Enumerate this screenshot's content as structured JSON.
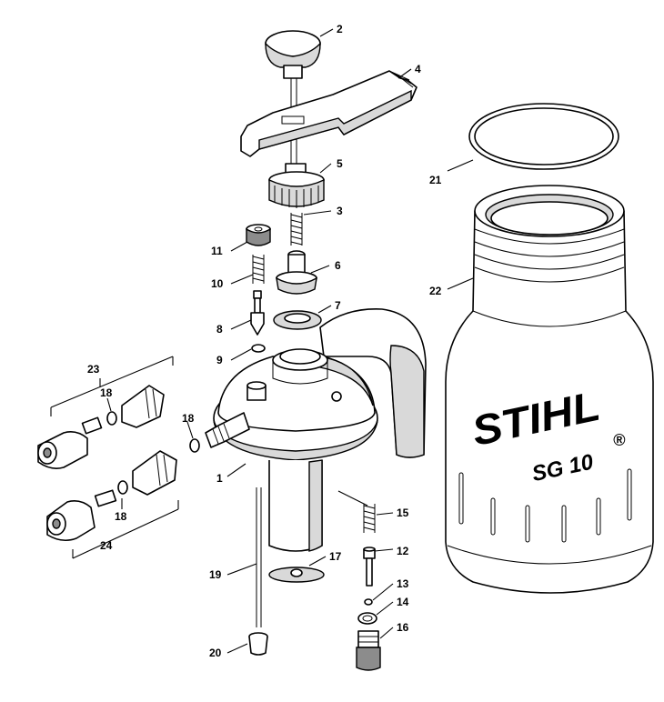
{
  "figure": {
    "brand_logo": "STIHL",
    "model_label": "SG 10",
    "registered_mark": "®"
  },
  "callouts": [
    "1",
    "2",
    "3",
    "4",
    "5",
    "6",
    "7",
    "8",
    "9",
    "10",
    "11",
    "12",
    "13",
    "14",
    "15",
    "16",
    "17",
    "18",
    "18",
    "18",
    "19",
    "20",
    "21",
    "22",
    "23",
    "24"
  ],
  "icons": {
    "parts": "exploded-parts-drawing"
  }
}
